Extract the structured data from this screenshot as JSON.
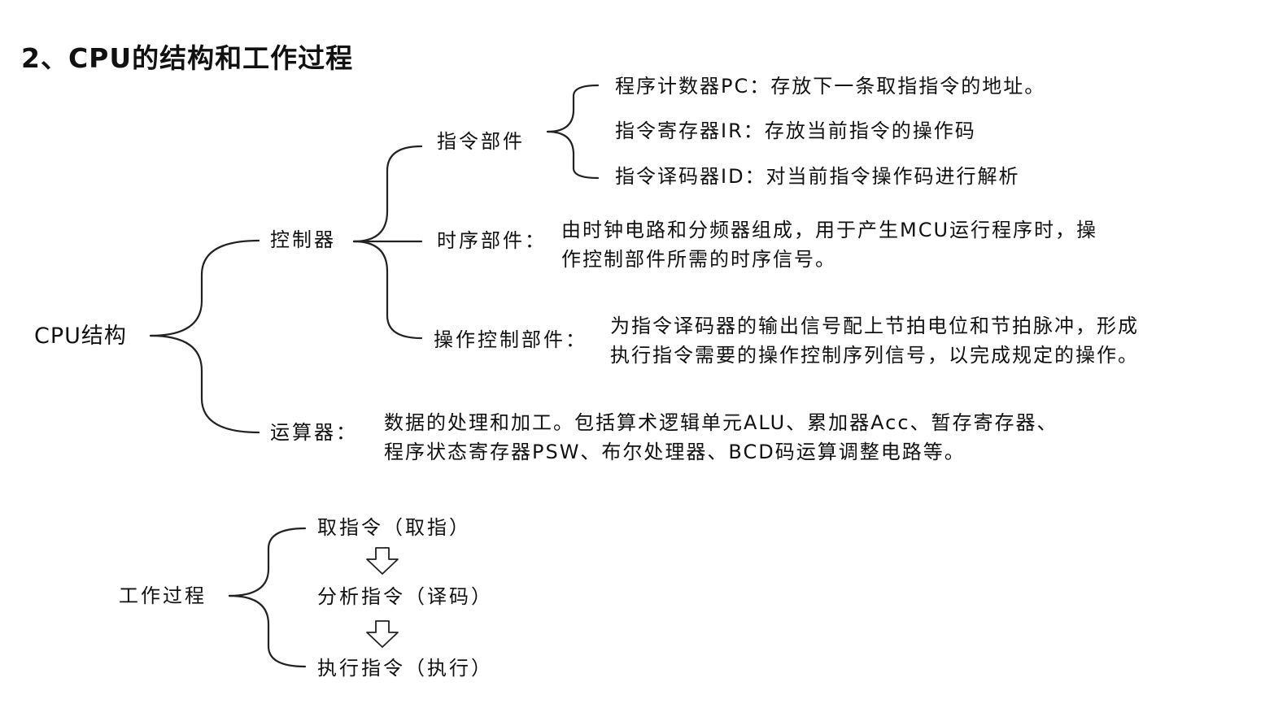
{
  "title": "2、CPU的结构和工作过程",
  "structure": {
    "root": "CPU结构",
    "controller": {
      "label": "控制器",
      "instruction_unit": {
        "label": "指令部件",
        "items": [
          "程序计数器PC：存放下一条取指指令的地址。",
          "指令寄存器IR：存放当前指令的操作码",
          "指令译码器ID：对当前指令操作码进行解析"
        ]
      },
      "timing_unit": {
        "label": "时序部件：",
        "desc_line1": "由时钟电路和分频器组成，用于产生MCU运行程序时，操",
        "desc_line2": "作控制部件所需的时序信号。"
      },
      "operation_unit": {
        "label": "操作控制部件：",
        "desc_line1": "为指令译码器的输出信号配上节拍电位和节拍脉冲，形成",
        "desc_line2": "执行指令需要的操作控制序列信号，以完成规定的操作。"
      }
    },
    "alu": {
      "label": "运算器：",
      "desc_line1": "数据的处理和加工。包括算术逻辑单元ALU、累加器Acc、暂存寄存器、",
      "desc_line2": "程序状态寄存器PSW、布尔处理器、BCD码运算调整电路等。"
    }
  },
  "process": {
    "root": "工作过程",
    "steps": [
      "取指令（取指）",
      "分析指令（译码）",
      "执行指令（执行）"
    ]
  }
}
